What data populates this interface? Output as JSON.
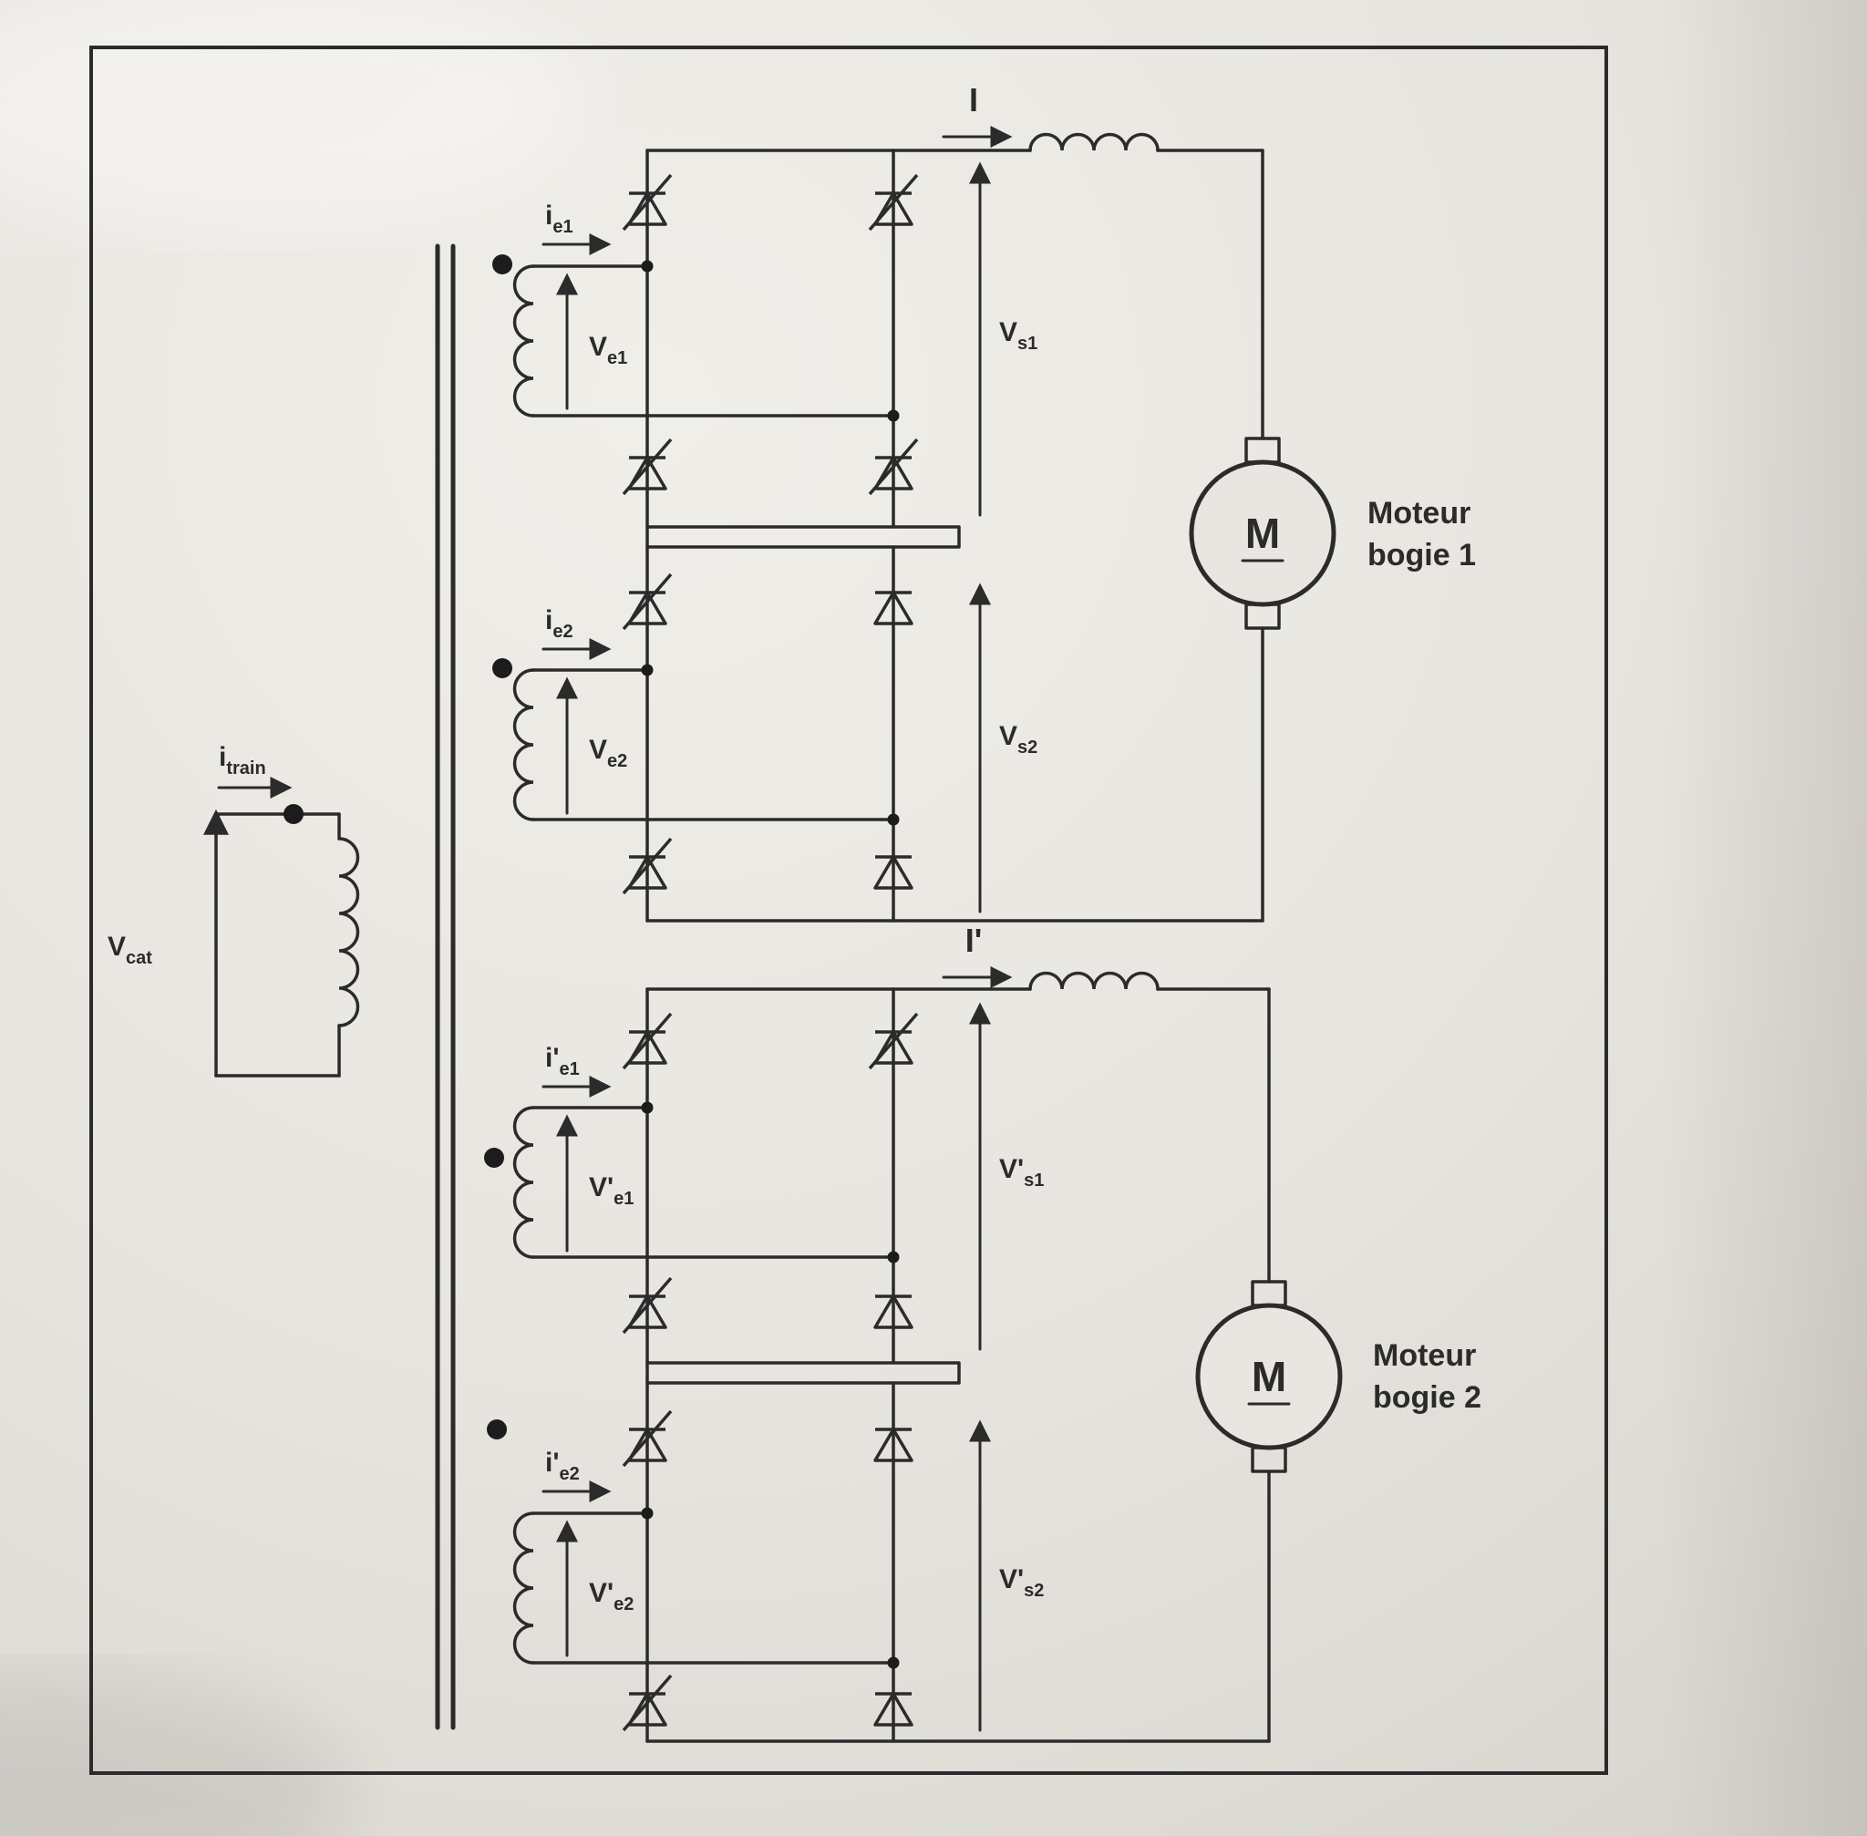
{
  "colors": {
    "paper": "#e9e6e1",
    "ink": "#2b2b2b"
  },
  "catenary": {
    "current": {
      "base": "i",
      "sub": "train"
    },
    "voltage": {
      "base": "V",
      "sub": "cat"
    }
  },
  "group1": {
    "dc_current": "I",
    "motor": {
      "symbol": "M",
      "name_line1": "Moteur",
      "name_line2": "bogie 1"
    },
    "bridge1": {
      "current": {
        "base": "i",
        "sub": "e1"
      },
      "voltage_in": {
        "base": "V",
        "sub": "e1"
      },
      "voltage_out": {
        "base": "V",
        "sub": "s1"
      }
    },
    "bridge2": {
      "current": {
        "base": "i",
        "sub": "e2"
      },
      "voltage_in": {
        "base": "V",
        "sub": "e2"
      },
      "voltage_out": {
        "base": "V",
        "sub": "s2"
      }
    }
  },
  "group2": {
    "dc_current": "I'",
    "motor": {
      "symbol": "M",
      "name_line1": "Moteur",
      "name_line2": "bogie 2"
    },
    "bridge1": {
      "current": {
        "base": "i'",
        "sub": "e1"
      },
      "voltage_in": {
        "base": "V'",
        "sub": "e1"
      },
      "voltage_out": {
        "base": "V'",
        "sub": "s1"
      }
    },
    "bridge2": {
      "current": {
        "base": "i'",
        "sub": "e2"
      },
      "voltage_in": {
        "base": "V'",
        "sub": "e2"
      },
      "voltage_out": {
        "base": "V'",
        "sub": "s2"
      }
    }
  }
}
